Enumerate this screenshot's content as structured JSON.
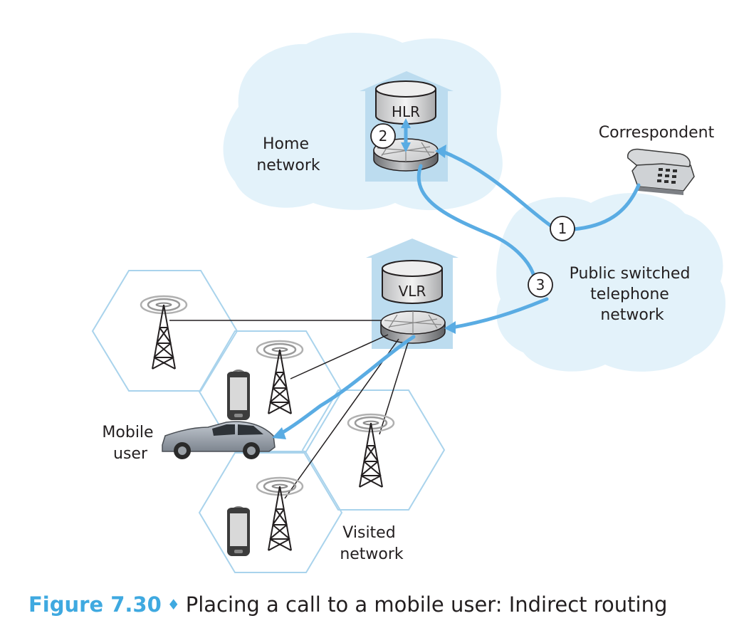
{
  "labels": {
    "home_network": [
      "Home",
      "network"
    ],
    "correspondent": "Correspondent",
    "public_switched": [
      "Public switched",
      "telephone",
      "network"
    ],
    "mobile_user": [
      "Mobile",
      "user"
    ],
    "visited_network": [
      "Visited",
      "network"
    ]
  },
  "databases": {
    "hlr": "HLR",
    "vlr": "VLR"
  },
  "steps": [
    "1",
    "2",
    "3"
  ],
  "caption": {
    "figure": "Figure 7.30",
    "separator": "♦",
    "text": "Placing a call to a mobile user: Indirect routing"
  },
  "colors": {
    "cloud": "#e3f2fa",
    "house": "#bcdcef",
    "arrow": "#5aace3",
    "cell_outline": "#a9d3ec",
    "caption_accent": "#3fa9e0"
  }
}
